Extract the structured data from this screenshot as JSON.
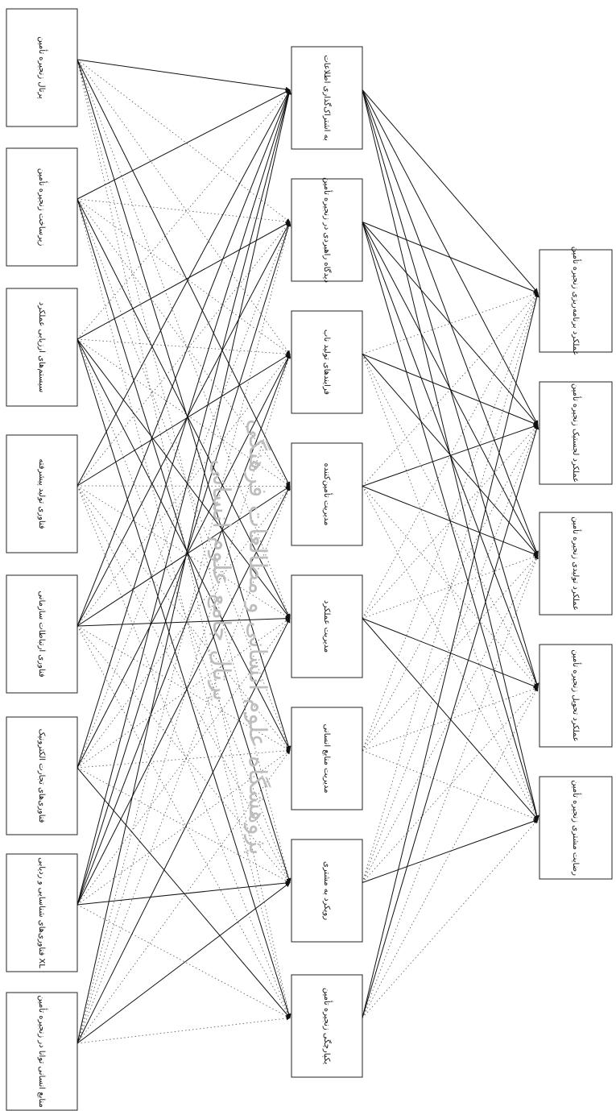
{
  "watermark": {
    "line1": "پژوهشگاه علوم انسانی و مطالعات فرهنگی",
    "line2": "پرتال جامع علوم انسانی"
  },
  "columns": [
    {
      "id": "c1",
      "nodes": [
        {
          "id": "n1",
          "label": "پرتال زنجیره تأمین"
        },
        {
          "id": "n2",
          "label": "زیرساخت زنجیره تأمین"
        },
        {
          "id": "n3",
          "label": "سیستم‌های ارزیابی عملکرد"
        },
        {
          "id": "n4",
          "label": "فناوری تولید پیشرفته"
        },
        {
          "id": "n5",
          "label": "فناوری ارتباطات سازمانی"
        },
        {
          "id": "n6",
          "label": "فناوری‌های تجارت الکترونیک"
        },
        {
          "id": "n7",
          "label": "فناوری‌های شناسایی و ردیابی XL"
        },
        {
          "id": "n8",
          "label": "منابع انسانی توانا در زنجیره تأمین"
        }
      ]
    },
    {
      "id": "c2",
      "nodes": [
        {
          "id": "m1",
          "label": "به اشتراک‌گذاری اطلاعات"
        },
        {
          "id": "m2",
          "label": "دیدگاه راهبردی در زنجیره تأمین"
        },
        {
          "id": "m3",
          "label": "فرایندهای تولید ناب"
        },
        {
          "id": "m4",
          "label": "مدیریت تأمین‌کننده"
        },
        {
          "id": "m5",
          "label": "مدیریت عملکرد"
        },
        {
          "id": "m6",
          "label": "مدیریت منابع انسانی"
        },
        {
          "id": "m7",
          "label": "رویکرد به مشتری"
        },
        {
          "id": "m8",
          "label": "یکپارچگی زنجیره تأمین"
        }
      ]
    },
    {
      "id": "c3",
      "nodes": [
        {
          "id": "o1",
          "label": "عملکرد برنامه‌ریزی زنجیره تأمین"
        },
        {
          "id": "o2",
          "label": "عملکرد لجستیک زنجیره تأمین"
        },
        {
          "id": "o3",
          "label": "عملکرد تولیدی زنجیره تأمین"
        },
        {
          "id": "o4",
          "label": "عملکرد تحویل زنجیره تأمین"
        },
        {
          "id": "o5",
          "label": "رضایت مشتری زنجیره تأمین"
        }
      ]
    }
  ],
  "edges": {
    "solid": [
      [
        "n1",
        "m1"
      ],
      [
        "n1",
        "m4"
      ],
      [
        "n1",
        "m6"
      ],
      [
        "n2",
        "m5"
      ],
      [
        "n2",
        "m7"
      ],
      [
        "n3",
        "m2"
      ],
      [
        "n3",
        "m5"
      ],
      [
        "n3",
        "m6"
      ],
      [
        "n3",
        "m8"
      ],
      [
        "n4",
        "m3"
      ],
      [
        "n4",
        "m1"
      ],
      [
        "n5",
        "m1"
      ],
      [
        "n5",
        "m2"
      ],
      [
        "n5",
        "m4"
      ],
      [
        "n5",
        "m5"
      ],
      [
        "n6",
        "m1"
      ],
      [
        "n6",
        "m8"
      ],
      [
        "n7",
        "m1"
      ],
      [
        "n7",
        "m2"
      ],
      [
        "n7",
        "m3"
      ],
      [
        "n7",
        "m4"
      ],
      [
        "n7",
        "m7"
      ],
      [
        "n8",
        "m1"
      ],
      [
        "n8",
        "m5"
      ],
      [
        "n8",
        "m7"
      ],
      [
        "n2",
        "m1"
      ],
      [
        "n6",
        "m3"
      ],
      [
        "m1",
        "o1"
      ],
      [
        "m1",
        "o2"
      ],
      [
        "m1",
        "o3"
      ],
      [
        "m1",
        "o4"
      ],
      [
        "m1",
        "o5"
      ],
      [
        "m2",
        "o1"
      ],
      [
        "m2",
        "o2"
      ],
      [
        "m2",
        "o3"
      ],
      [
        "m2",
        "o4"
      ],
      [
        "m2",
        "o5"
      ],
      [
        "m3",
        "o2"
      ],
      [
        "m3",
        "o3"
      ],
      [
        "m4",
        "o2"
      ],
      [
        "m4",
        "o3"
      ],
      [
        "m5",
        "o4"
      ],
      [
        "m5",
        "o5"
      ],
      [
        "m7",
        "o5"
      ],
      [
        "m8",
        "o1"
      ],
      [
        "m8",
        "o2"
      ]
    ],
    "dotted": [
      [
        "n1",
        "m2"
      ],
      [
        "n1",
        "m3"
      ],
      [
        "n1",
        "m5"
      ],
      [
        "n1",
        "m7"
      ],
      [
        "n1",
        "m8"
      ],
      [
        "n2",
        "m2"
      ],
      [
        "n2",
        "m3"
      ],
      [
        "n2",
        "m4"
      ],
      [
        "n2",
        "m6"
      ],
      [
        "n2",
        "m8"
      ],
      [
        "n3",
        "m1"
      ],
      [
        "n3",
        "m3"
      ],
      [
        "n3",
        "m4"
      ],
      [
        "n3",
        "m7"
      ],
      [
        "n4",
        "m2"
      ],
      [
        "n4",
        "m4"
      ],
      [
        "n4",
        "m5"
      ],
      [
        "n4",
        "m6"
      ],
      [
        "n4",
        "m7"
      ],
      [
        "n4",
        "m8"
      ],
      [
        "n5",
        "m3"
      ],
      [
        "n5",
        "m6"
      ],
      [
        "n5",
        "m7"
      ],
      [
        "n5",
        "m8"
      ],
      [
        "n6",
        "m2"
      ],
      [
        "n6",
        "m4"
      ],
      [
        "n6",
        "m5"
      ],
      [
        "n6",
        "m6"
      ],
      [
        "n6",
        "m7"
      ],
      [
        "n7",
        "m5"
      ],
      [
        "n7",
        "m6"
      ],
      [
        "n7",
        "m8"
      ],
      [
        "n8",
        "m2"
      ],
      [
        "n8",
        "m3"
      ],
      [
        "n8",
        "m4"
      ],
      [
        "n8",
        "m6"
      ],
      [
        "n8",
        "m8"
      ],
      [
        "m3",
        "o1"
      ],
      [
        "m3",
        "o4"
      ],
      [
        "m3",
        "o5"
      ],
      [
        "m4",
        "o1"
      ],
      [
        "m4",
        "o4"
      ],
      [
        "m4",
        "o5"
      ],
      [
        "m5",
        "o1"
      ],
      [
        "m5",
        "o2"
      ],
      [
        "m5",
        "o3"
      ],
      [
        "m6",
        "o1"
      ],
      [
        "m6",
        "o2"
      ],
      [
        "m6",
        "o3"
      ],
      [
        "m6",
        "o4"
      ],
      [
        "m6",
        "o5"
      ],
      [
        "m7",
        "o1"
      ],
      [
        "m7",
        "o2"
      ],
      [
        "m7",
        "o3"
      ],
      [
        "m7",
        "o4"
      ],
      [
        "m8",
        "o3"
      ],
      [
        "m8",
        "o4"
      ],
      [
        "m8",
        "o5"
      ]
    ]
  }
}
